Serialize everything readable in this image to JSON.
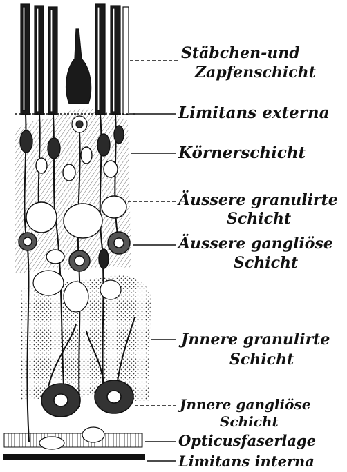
{
  "figure": {
    "subject": "retina cross-section illustration",
    "labels": [
      {
        "id": "rods-cones",
        "lines": [
          "Stäbchen-und",
          "Zapfenschicht"
        ]
      },
      {
        "id": "limitans-externa",
        "lines": [
          "Limitans externa"
        ]
      },
      {
        "id": "koernerschicht",
        "lines": [
          "Körnerschicht"
        ]
      },
      {
        "id": "aeussere-granulirte",
        "lines": [
          "Äussere granulirte",
          "Schicht"
        ]
      },
      {
        "id": "aeussere-gangliose",
        "lines": [
          "Äussere gangliöse",
          "Schicht"
        ]
      },
      {
        "id": "innere-granulirte",
        "lines": [
          "Jnnere granulirte",
          "Schicht"
        ]
      },
      {
        "id": "innere-gangliose",
        "lines": [
          "Jnnere gangliöse",
          "Schicht"
        ]
      },
      {
        "id": "opticusfaserlage",
        "lines": [
          "Opticusfaserlage"
        ]
      },
      {
        "id": "limitans-interna",
        "lines": [
          "Limitans interna"
        ]
      }
    ]
  }
}
